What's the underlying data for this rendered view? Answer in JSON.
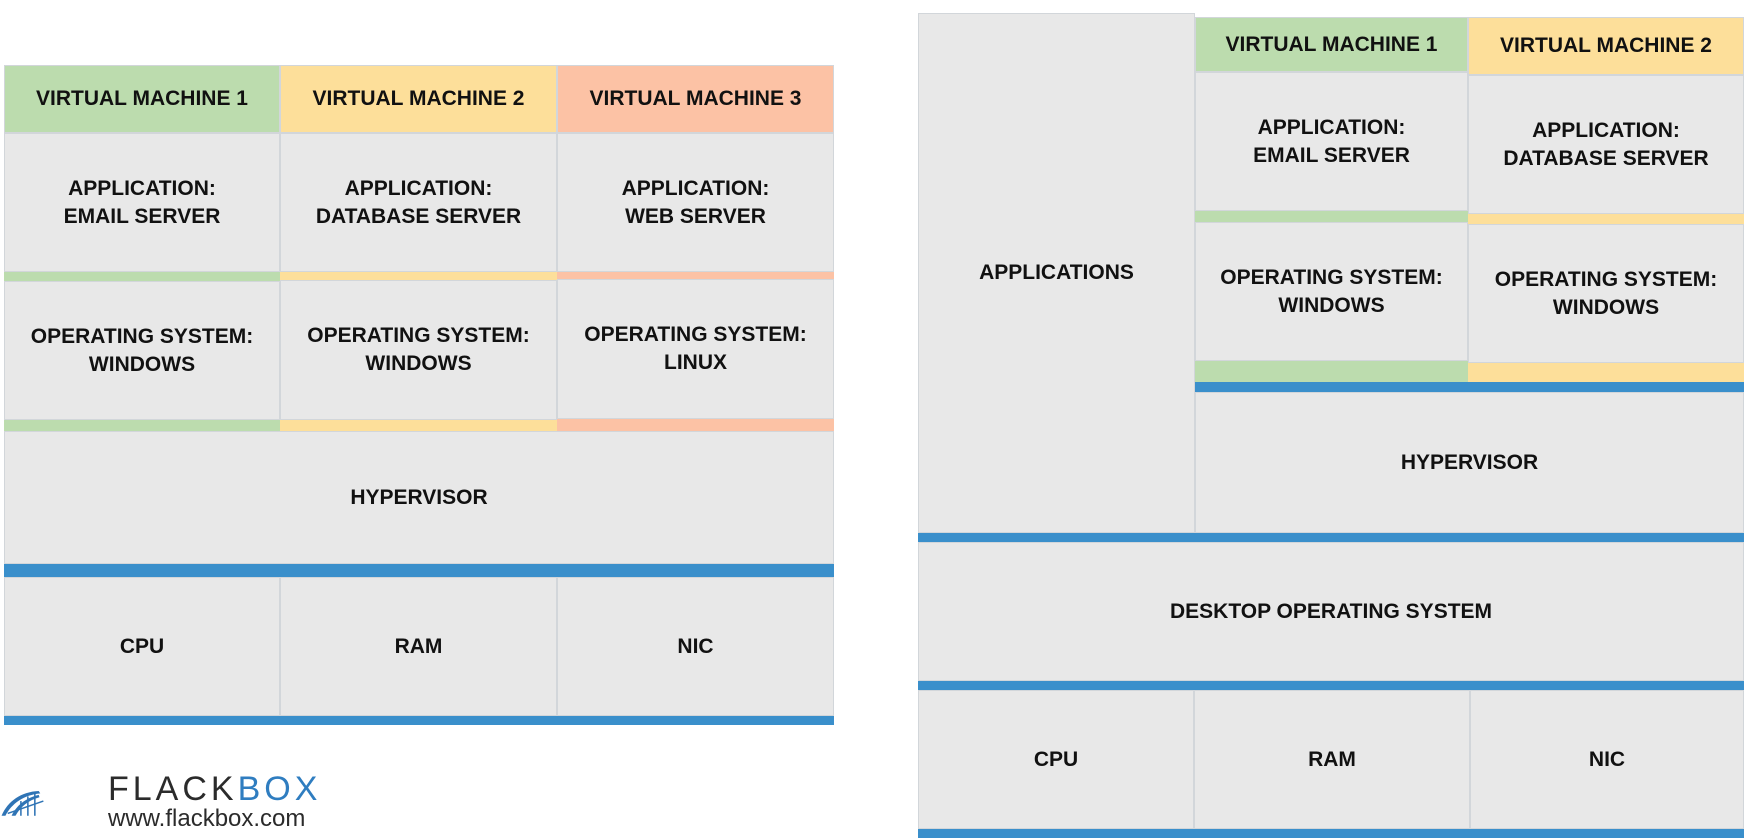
{
  "left": {
    "vm_titles": [
      "VIRTUAL MACHINE 1",
      "VIRTUAL MACHINE 2",
      "VIRTUAL MACHINE 3"
    ],
    "apps": [
      {
        "l1": "APPLICATION:",
        "l2": "EMAIL SERVER"
      },
      {
        "l1": "APPLICATION:",
        "l2": "DATABASE SERVER"
      },
      {
        "l1": "APPLICATION:",
        "l2": "WEB SERVER"
      }
    ],
    "os": [
      {
        "l1": "OPERATING SYSTEM:",
        "l2": "WINDOWS"
      },
      {
        "l1": "OPERATING SYSTEM:",
        "l2": "WINDOWS"
      },
      {
        "l1": "OPERATING SYSTEM:",
        "l2": "LINUX"
      }
    ],
    "hypervisor": "HYPERVISOR",
    "hardware": [
      "CPU",
      "RAM",
      "NIC"
    ]
  },
  "right": {
    "applications": "APPLICATIONS",
    "vm_titles": [
      "VIRTUAL MACHINE 1",
      "VIRTUAL MACHINE 2"
    ],
    "apps": [
      {
        "l1": "APPLICATION:",
        "l2": "EMAIL SERVER"
      },
      {
        "l1": "APPLICATION:",
        "l2": "DATABASE SERVER"
      }
    ],
    "os": [
      {
        "l1": "OPERATING SYSTEM:",
        "l2": "WINDOWS"
      },
      {
        "l1": "OPERATING SYSTEM:",
        "l2": "WINDOWS"
      }
    ],
    "hypervisor": "HYPERVISOR",
    "desktop_os": "DESKTOP OPERATING SYSTEM",
    "hardware": [
      "CPU",
      "RAM",
      "NIC"
    ]
  },
  "logo": {
    "brand_main": "FLACK",
    "brand_accent": "BOX",
    "url": "www.flackbox.com"
  },
  "colors": {
    "vm1": "#bcdcae",
    "vm2": "#fddf9a",
    "vm3": "#fcc2a5",
    "layer_bar": "#3a8fcb",
    "box": "#e8e8e8"
  }
}
